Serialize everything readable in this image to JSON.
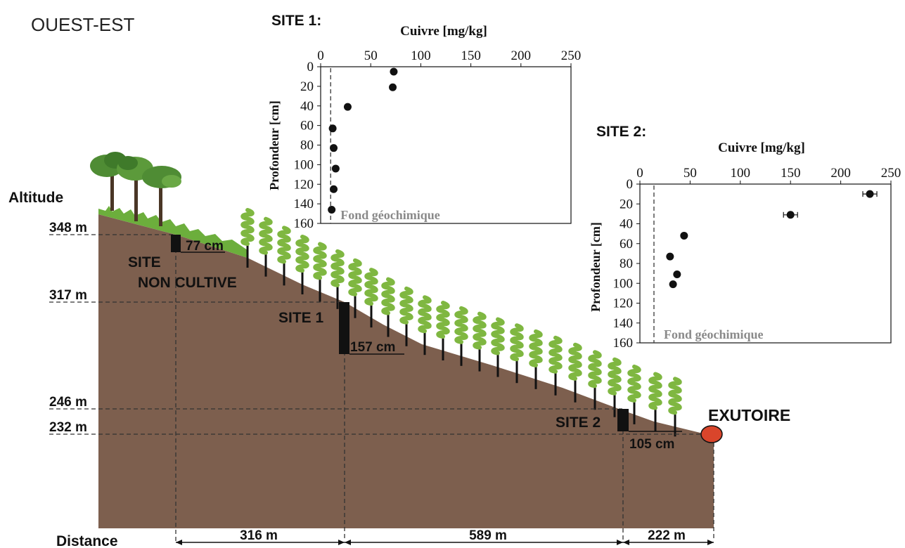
{
  "header": {
    "title": "OUEST-EST"
  },
  "profile": {
    "axis_altitude_label": "Altitude",
    "axis_distance_label": "Distance",
    "altitudes": [
      "348 m",
      "317 m",
      "246 m",
      "232 m"
    ],
    "distances": [
      "316 m",
      "589 m",
      "222 m"
    ],
    "sites": {
      "non_cultive": {
        "line1": "SITE",
        "line2": "NON CULTIVE",
        "depth": "77 cm"
      },
      "site1": {
        "label": "SITE 1",
        "depth": "157 cm"
      },
      "site2": {
        "label": "SITE 2",
        "depth": "105 cm"
      }
    },
    "outlet_label": "EXUTOIRE",
    "colors": {
      "soil": "#7d5f4e",
      "vine_leaf": "#7fb741",
      "grass": "#6cae3c",
      "tree_canopy": "#4f8c34",
      "outlet_fill": "#d9452b"
    }
  },
  "chart_data": [
    {
      "type": "scatter",
      "title": "SITE 1:",
      "xlabel": "Cuivre [mg/kg]",
      "ylabel": "Profondeur [cm]",
      "xlim": [
        0,
        250
      ],
      "ylim": [
        0,
        160
      ],
      "y_inverted": true,
      "x_axis_position": "top",
      "xticks": [
        0,
        50,
        100,
        150,
        200,
        250
      ],
      "yticks": [
        0,
        20,
        40,
        60,
        80,
        100,
        120,
        140,
        160
      ],
      "reference_line": {
        "x": 10,
        "label": "Fond géochimique"
      },
      "points": [
        {
          "x": 73,
          "y": 5
        },
        {
          "x": 72,
          "y": 21
        },
        {
          "x": 27,
          "y": 41
        },
        {
          "x": 12,
          "y": 63
        },
        {
          "x": 13,
          "y": 83
        },
        {
          "x": 15,
          "y": 104
        },
        {
          "x": 13,
          "y": 125
        },
        {
          "x": 11,
          "y": 146
        }
      ]
    },
    {
      "type": "scatter",
      "title": "SITE 2:",
      "xlabel": "Cuivre [mg/kg]",
      "ylabel": "Profondeur [cm]",
      "xlim": [
        0,
        250
      ],
      "ylim": [
        0,
        160
      ],
      "y_inverted": true,
      "x_axis_position": "top",
      "xticks": [
        0,
        50,
        100,
        150,
        200,
        250
      ],
      "yticks": [
        0,
        20,
        40,
        60,
        80,
        100,
        120,
        140,
        160
      ],
      "reference_line": {
        "x": 14,
        "label": "Fond géochimique"
      },
      "points": [
        {
          "x": 229,
          "y": 10,
          "xerr": 7
        },
        {
          "x": 150,
          "y": 31,
          "xerr": 7
        },
        {
          "x": 44,
          "y": 52
        },
        {
          "x": 30,
          "y": 73
        },
        {
          "x": 37,
          "y": 91
        },
        {
          "x": 33,
          "y": 101
        }
      ]
    }
  ]
}
